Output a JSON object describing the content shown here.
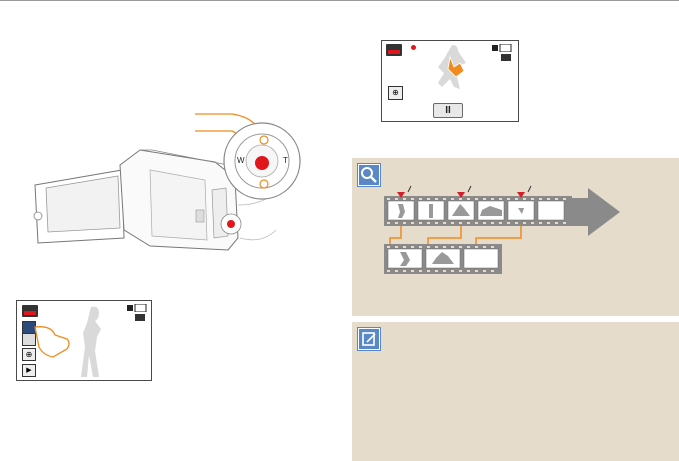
{
  "dial": {
    "wide_label": "W",
    "tele_label": "T"
  },
  "record_screen": {
    "pause_label": "II"
  },
  "colors": {
    "accent_orange": "#f08c1e",
    "badge_blue": "#5a87c5",
    "panel_bg": "#e5dccb",
    "record_red": "#e0161c",
    "marker_red": "#d41f2b"
  },
  "icons": [
    "camcorder-illustration",
    "zoom-dial-icon",
    "record-mode-icon",
    "battery-icon",
    "memory-card-icon",
    "zoom-in-icon",
    "play-icon",
    "pause-icon",
    "magnifier-icon",
    "note-icon",
    "arrow-icon"
  ],
  "filmstrip": {
    "top_frames": 6,
    "marked_frames": 3,
    "bottom_frames": 3
  }
}
